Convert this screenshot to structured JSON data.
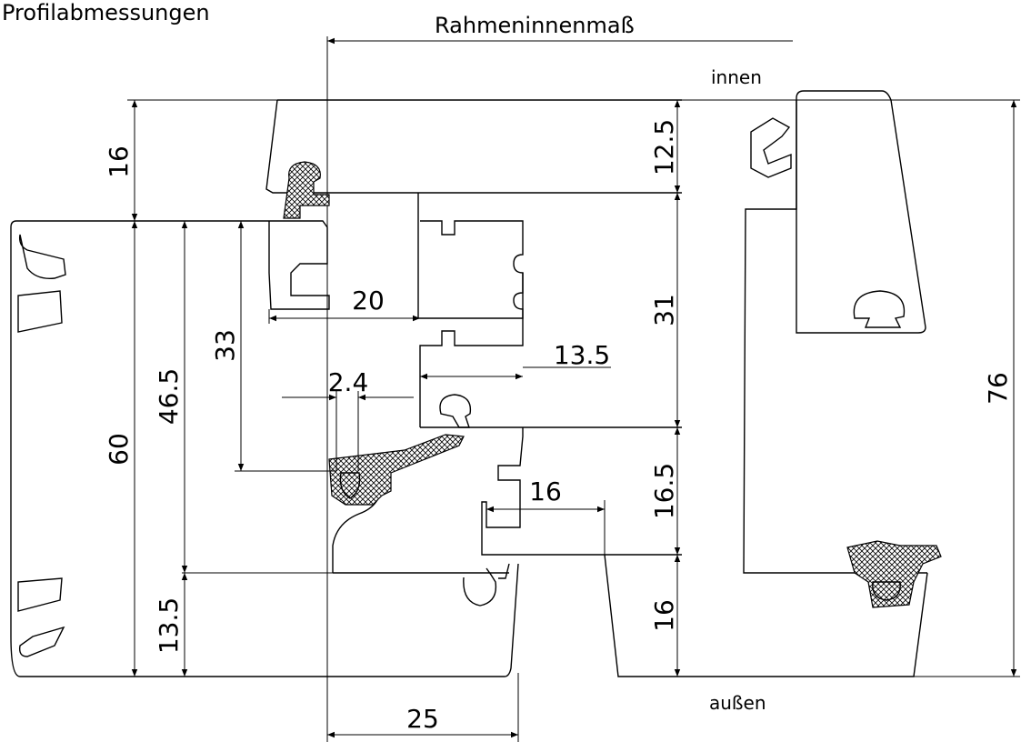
{
  "title": "Profilabmessungen",
  "frame_label": "Rahmeninnenmaß",
  "side_inside": "innen",
  "side_outside": "außen",
  "dimensions": {
    "d16_top": "16",
    "d12_5": "12.5",
    "d20": "20",
    "d33": "33",
    "d60": "60",
    "d46_5": "46.5",
    "d31": "31",
    "d13_5_right": "13.5",
    "d2_4": "2.4",
    "d16_5": "16.5",
    "d16_mid": "16",
    "d16_bottom": "16",
    "d13_5_left": "13.5",
    "d25": "25",
    "d76": "76"
  }
}
